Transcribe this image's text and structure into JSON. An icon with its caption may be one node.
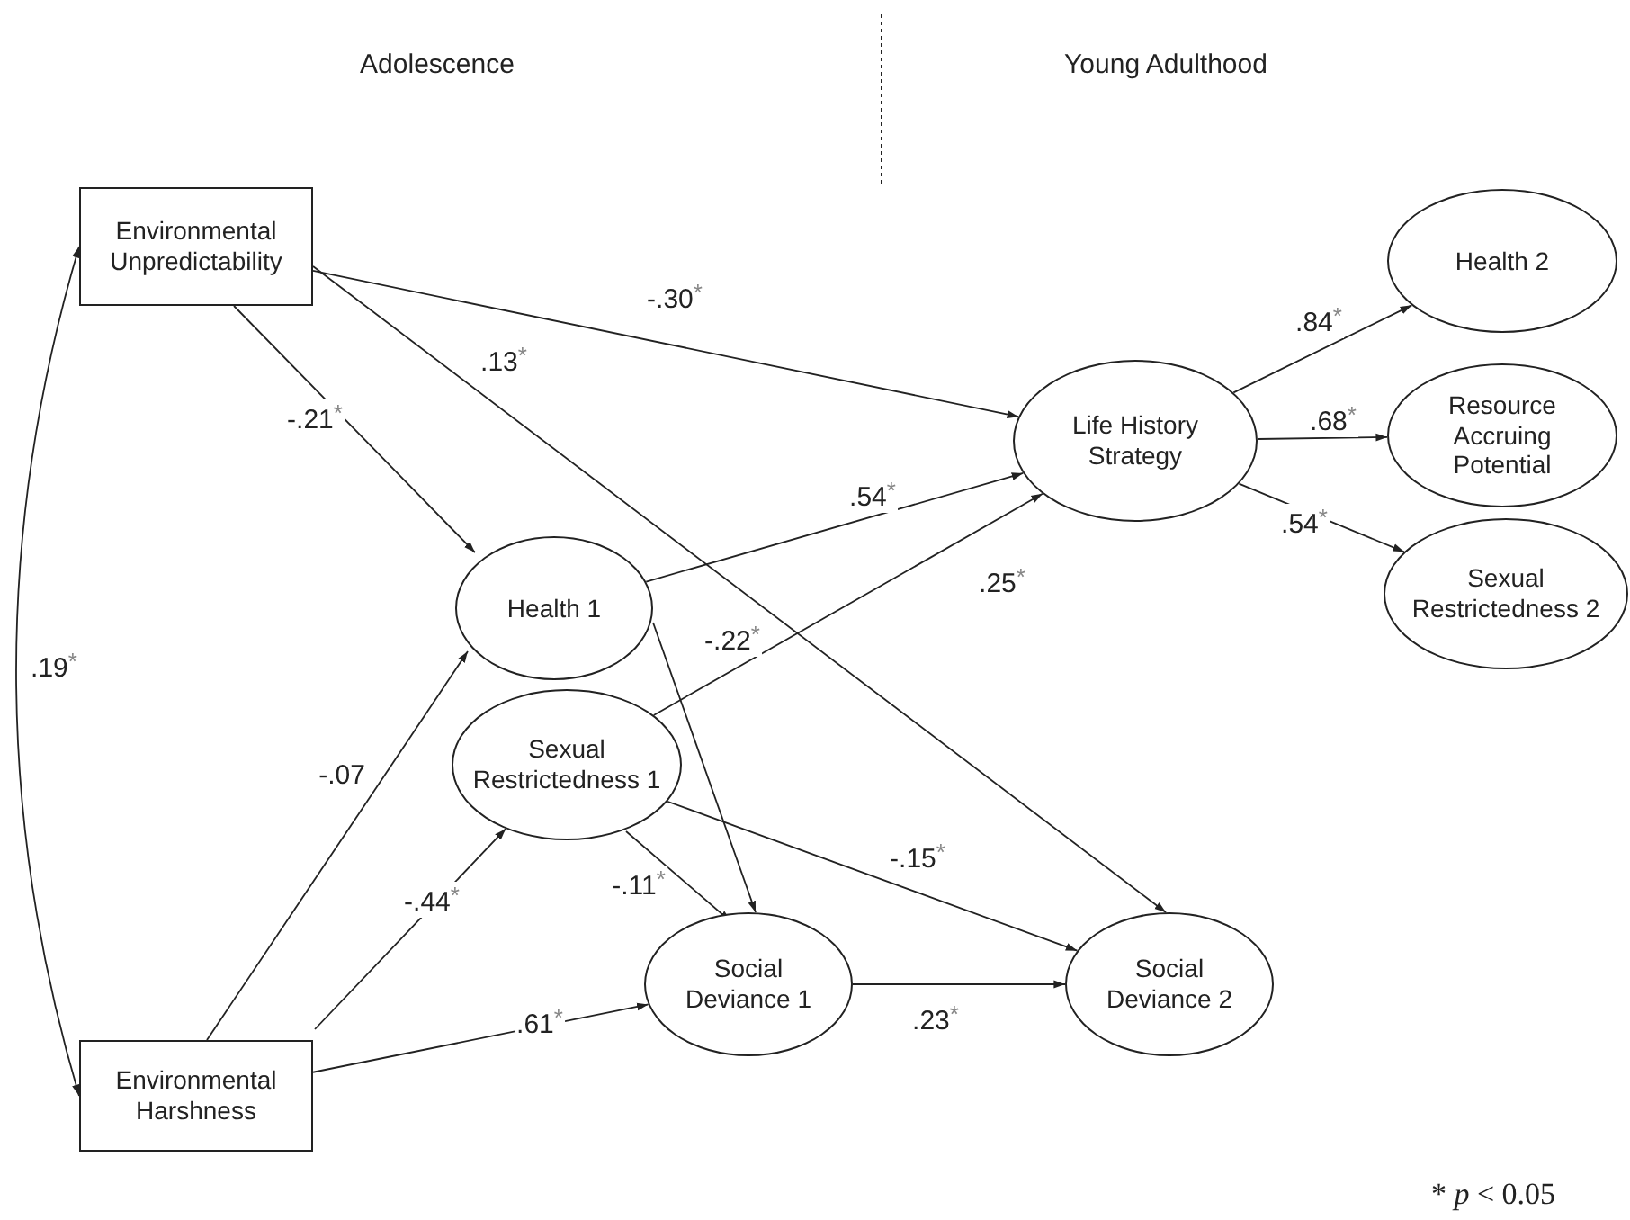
{
  "diagram": {
    "nodes": [
      {
        "text": [
          "Environmental Unpredictability"
        ]
      },
      {
        "text": [
          "Health 1"
        ]
      },
      {
        "text": [
          "Sexual Restrictedness 1"
        ]
      },
      {
        "text": [
          "Environmental Harshness"
        ]
      },
      {
        "text": [
          "Social Deviance 1"
        ]
      },
      {
        "text": [
          "Life History Strategy"
        ]
      },
      {
        "text": [
          "Health 2"
        ]
      },
      {
        "text": [
          "Resource Accruing Potential"
        ]
      },
      {
        "text": [
          "Sexual Restrictedness 2"
        ]
      },
      {
        "text": [
          "Social Deviance 2"
        ]
      }
    ],
    "edges": [
      {
        "from": 0,
        "to": 5,
        "arrow": "to",
        "label": "-.30$^{*}$"
      },
      {
        "from": 0,
        "to": 9,
        "arrow": "to",
        "label": ".13$^{*}$"
      },
      {
        "from": 0,
        "to": 1,
        "arrow": "to",
        "label": "-.21$^{*}$"
      },
      {
        "from": 1,
        "to": 5,
        "arrow": "to",
        "label": ".54$^{*}$"
      },
      {
        "from": 2,
        "to": 5,
        "arrow": "to",
        "label": ".25$^{*}$"
      },
      {
        "from": 1,
        "to": 4,
        "arrow": "to",
        "label": "-.22$^{*}$"
      },
      {
        "from": 0,
        "to": 3,
        "arrow": "both",
        "label": ".19$^{*}$"
      },
      {
        "from": 3,
        "to": 1,
        "arrow": "to",
        "label": "-.07"
      },
      {
        "from": 3,
        "to": 2,
        "arrow": "to",
        "label": "-.44$^{*}$"
      },
      {
        "from": 2,
        "to": 4,
        "arrow": "to",
        "label": "-.11$^{*}$"
      },
      {
        "from": 2,
        "to": 9,
        "arrow": "to",
        "label": "-.15$^{*}$"
      },
      {
        "from": 3,
        "to": 4,
        "arrow": "to",
        "label": ".61$^{*}$"
      },
      {
        "from": 4,
        "to": 9,
        "arrow": "to",
        "label": ".23$^{*}$"
      },
      {
        "from": 5,
        "to": 6,
        "arrow": "to",
        "label": ".84$^{*}$"
      },
      {
        "from": 5,
        "to": 7,
        "arrow": "to",
        "label": ".68$^{*}$"
      },
      {
        "from": 5,
        "to": 8,
        "arrow": "to",
        "label": ".54$^{*}$"
      }
    ],
    "labels": [
      "Adolescence",
      "Young Adulthood",
      "* *p* < 0.05"
    ]
  }
}
